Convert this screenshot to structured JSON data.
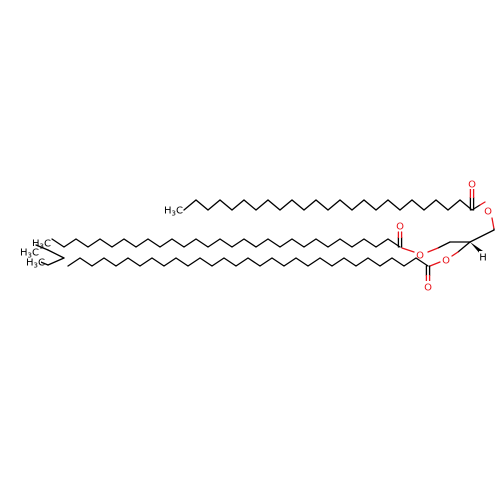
{
  "molecule": {
    "carbon_label": "C",
    "hydrogen_label": "H",
    "methyl_h": "H",
    "methyl_sub": "3",
    "oxygen_label": "O",
    "oxygen_color": "#e8131a",
    "bond_color": "#000000"
  }
}
